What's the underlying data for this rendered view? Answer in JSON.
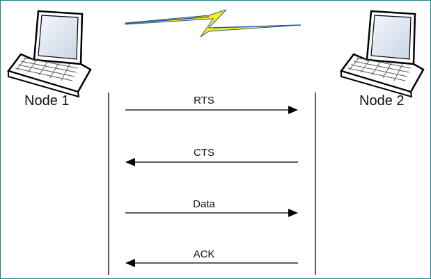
{
  "nodes": {
    "left": {
      "label": "Node 1",
      "icon": "laptop-icon"
    },
    "right": {
      "label": "Node 2",
      "icon": "laptop-icon"
    }
  },
  "wireless": {
    "icon": "lightning-bolt-icon",
    "color": "#f6ee1e"
  },
  "messages": [
    {
      "label": "RTS",
      "direction": "right"
    },
    {
      "label": "CTS",
      "direction": "left"
    },
    {
      "label": "Data",
      "direction": "right"
    },
    {
      "label": "ACK",
      "direction": "left"
    }
  ],
  "colors": {
    "frame": "#1f7f83",
    "lines": "#000000"
  }
}
